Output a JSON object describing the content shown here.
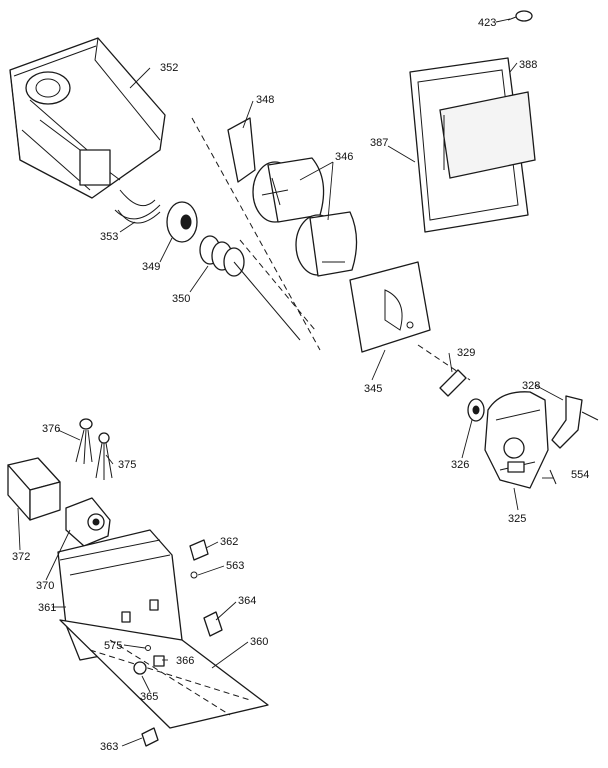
{
  "labels": {
    "p423": "423",
    "p352": "352",
    "p388": "388",
    "p387": "387",
    "p348": "348",
    "p346": "346",
    "p353": "353",
    "p349": "349",
    "p350": "350",
    "p345": "345",
    "p329": "329",
    "p328": "328",
    "p376": "376",
    "p375": "375",
    "p326": "326",
    "p554": "554",
    "p325": "325",
    "p372": "372",
    "p362": "362",
    "p563": "563",
    "p370": "370",
    "p364": "364",
    "p361": "361",
    "p360": "360",
    "p575": "575",
    "p366": "366",
    "p365": "365",
    "p363": "363"
  },
  "colors": {
    "ink": "#1a1a1a",
    "paper": "#ffffff"
  }
}
